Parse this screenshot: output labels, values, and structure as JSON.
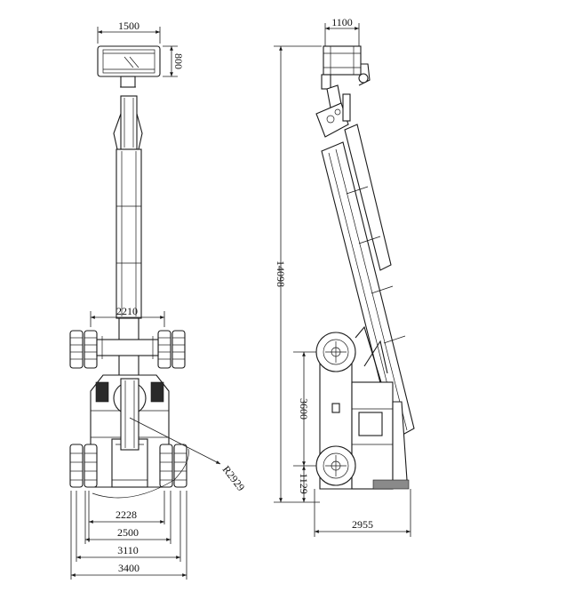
{
  "dimensions": {
    "basket_width_front": "1500",
    "basket_depth_front": "800",
    "axle_width": "2210",
    "turn_radius": "R2929",
    "width_2228": "2228",
    "width_2500": "2500",
    "width_3110": "3110",
    "width_3400": "3400",
    "basket_width_side": "1100",
    "total_height": "14098",
    "wheelbase": "3600",
    "rear_overhang": "1129",
    "side_length": "2955"
  }
}
